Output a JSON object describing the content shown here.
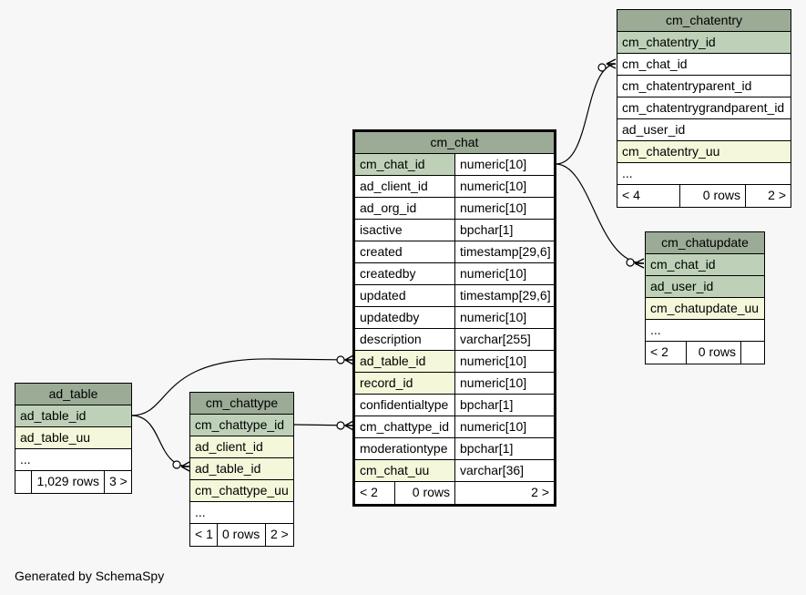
{
  "footer_text": "Generated by SchemaSpy",
  "cm_chat": {
    "title": "cm_chat",
    "columns": [
      {
        "name": "cm_chat_id",
        "type": "numeric[10]"
      },
      {
        "name": "ad_client_id",
        "type": "numeric[10]"
      },
      {
        "name": "ad_org_id",
        "type": "numeric[10]"
      },
      {
        "name": "isactive",
        "type": "bpchar[1]"
      },
      {
        "name": "created",
        "type": "timestamp[29,6]"
      },
      {
        "name": "createdby",
        "type": "numeric[10]"
      },
      {
        "name": "updated",
        "type": "timestamp[29,6]"
      },
      {
        "name": "updatedby",
        "type": "numeric[10]"
      },
      {
        "name": "description",
        "type": "varchar[255]"
      },
      {
        "name": "ad_table_id",
        "type": "numeric[10]"
      },
      {
        "name": "record_id",
        "type": "numeric[10]"
      },
      {
        "name": "confidentialtype",
        "type": "bpchar[1]"
      },
      {
        "name": "cm_chattype_id",
        "type": "numeric[10]"
      },
      {
        "name": "moderationtype",
        "type": "bpchar[1]"
      },
      {
        "name": "cm_chat_uu",
        "type": "varchar[36]"
      }
    ],
    "footer": {
      "parents": "< 2",
      "rows": "0 rows",
      "children": "2 >"
    }
  },
  "cm_chatentry": {
    "title": "cm_chatentry",
    "columns": [
      "cm_chatentry_id",
      "cm_chat_id",
      "cm_chatentryparent_id",
      "cm_chatentrygrandparent_id",
      "ad_user_id",
      "cm_chatentry_uu",
      "..."
    ],
    "footer": {
      "parents": "< 4",
      "rows": "0 rows",
      "children": "2 >"
    }
  },
  "cm_chatupdate": {
    "title": "cm_chatupdate",
    "columns": [
      "cm_chat_id",
      "ad_user_id",
      "cm_chatupdate_uu",
      "..."
    ],
    "footer": {
      "parents": "< 2",
      "rows": "0 rows"
    }
  },
  "ad_table": {
    "title": "ad_table",
    "columns": [
      "ad_table_id",
      "ad_table_uu",
      "..."
    ],
    "footer": {
      "rows": "1,029 rows",
      "children": "3 >"
    }
  },
  "cm_chattype": {
    "title": "cm_chattype",
    "columns": [
      "cm_chattype_id",
      "ad_client_id",
      "ad_table_id",
      "cm_chattype_uu",
      "..."
    ],
    "footer": {
      "parents": "< 1",
      "rows": "0 rows",
      "children": "2 >"
    }
  }
}
